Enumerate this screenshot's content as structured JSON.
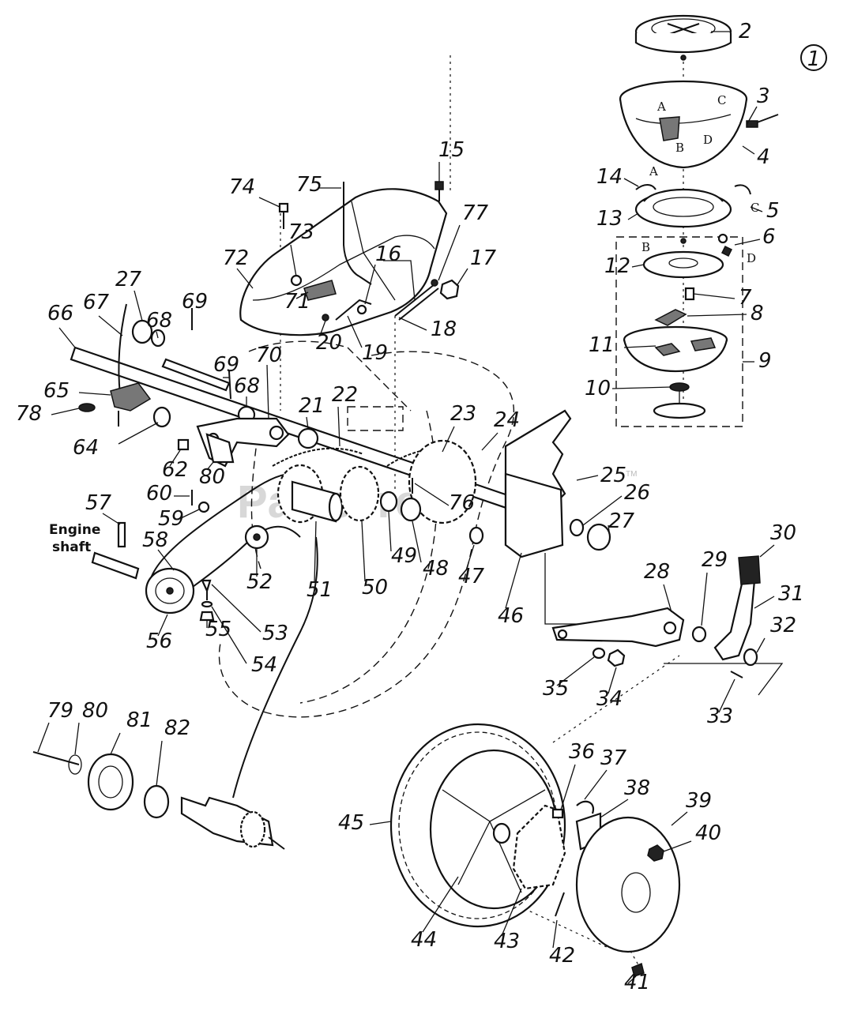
{
  "figure_number": "1",
  "engine_shaft_label": "Engine\nshaft",
  "watermark": "PartsTree",
  "trademark": "TM",
  "part_numbers": [
    "2",
    "3",
    "4",
    "5",
    "6",
    "7",
    "8",
    "9",
    "10",
    "11",
    "12",
    "13",
    "14",
    "15",
    "16",
    "17",
    "18",
    "19",
    "20",
    "21",
    "22",
    "23",
    "24",
    "25",
    "26",
    "27",
    "27",
    "28",
    "29",
    "30",
    "31",
    "32",
    "33",
    "34",
    "35",
    "36",
    "37",
    "38",
    "39",
    "40",
    "41",
    "42",
    "43",
    "44",
    "45",
    "46",
    "47",
    "48",
    "49",
    "50",
    "51",
    "52",
    "53",
    "54",
    "55",
    "56",
    "57",
    "58",
    "59",
    "60",
    "62",
    "64",
    "65",
    "66",
    "67",
    "68",
    "68",
    "69",
    "69",
    "70",
    "71",
    "72",
    "73",
    "74",
    "75",
    "76",
    "77",
    "78",
    "79",
    "80",
    "80",
    "81",
    "82"
  ],
  "connector_letters": [
    "A",
    "B",
    "C",
    "D",
    "A",
    "B",
    "C",
    "D"
  ]
}
